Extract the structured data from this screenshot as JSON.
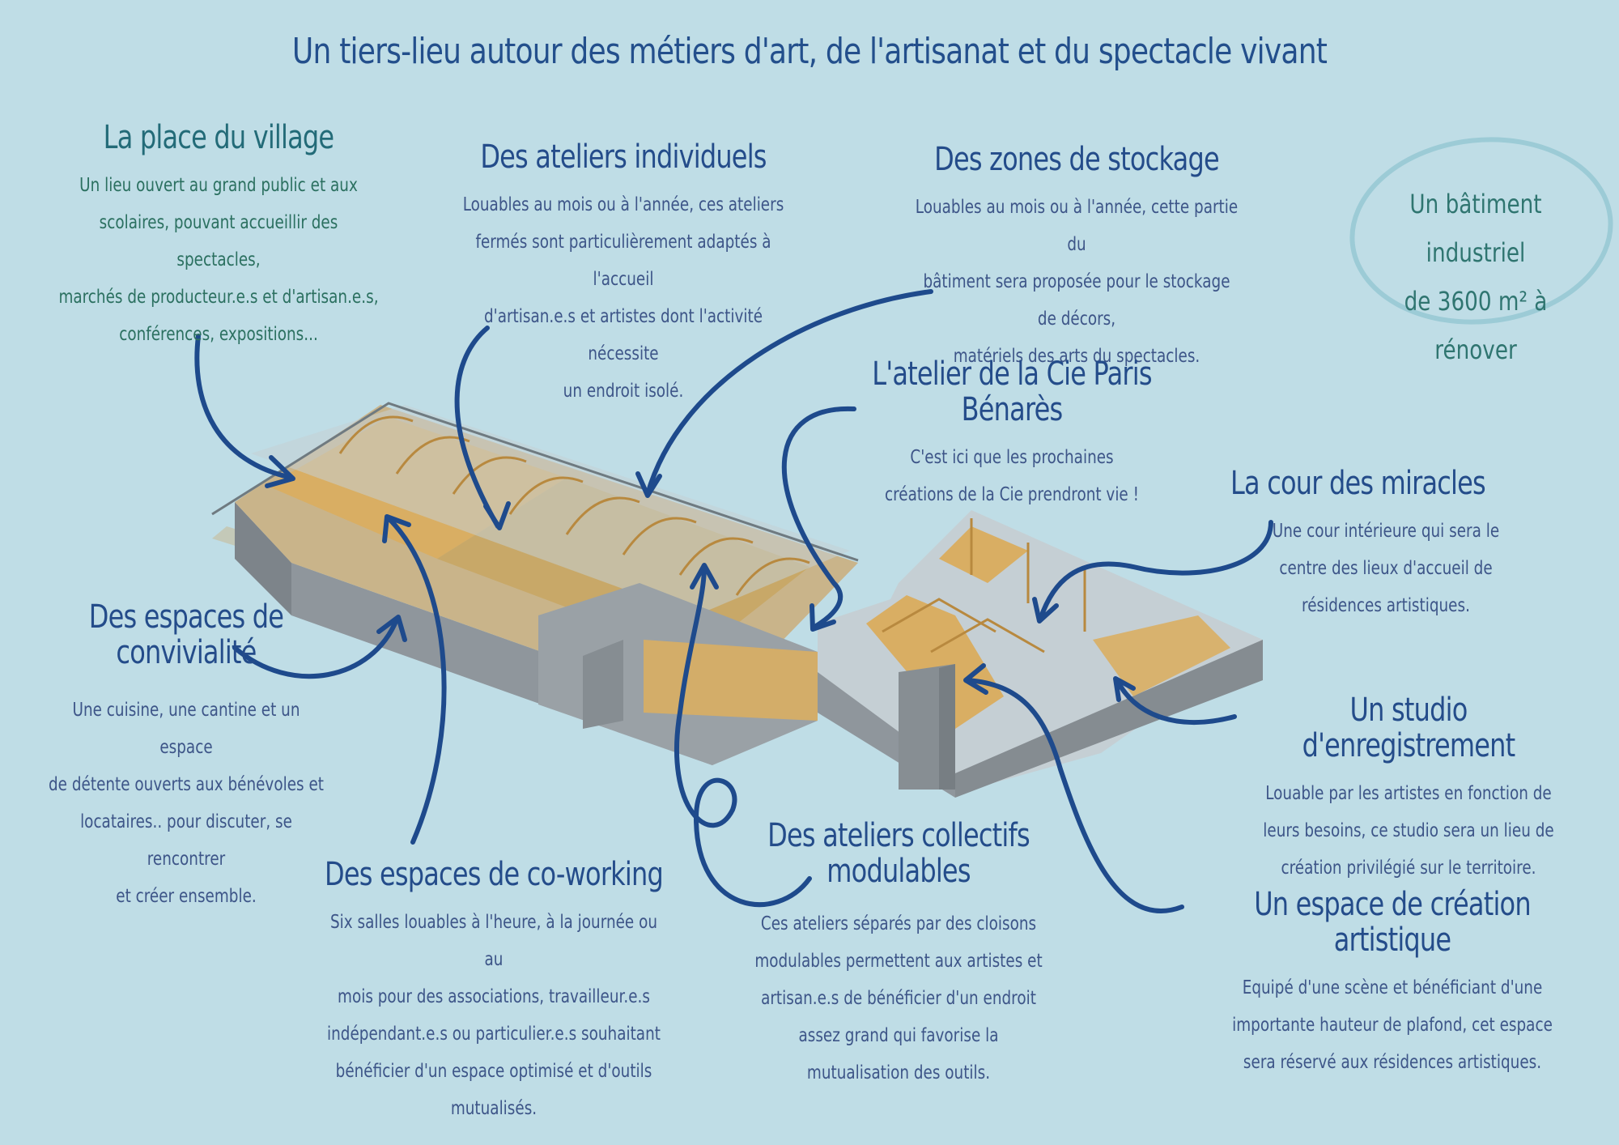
{
  "title": "Un tiers-lieu autour des métiers d'art, de l'artisanat et du spectacle vivant",
  "badge": {
    "line1": "Un bâtiment industriel",
    "line2": "de 3600 m² à rénover"
  },
  "sections": {
    "place": {
      "heading": "La place du village",
      "lines": [
        "Un lieu ouvert au grand public et aux",
        "scolaires, pouvant accueillir des spectacles,",
        "marchés de producteur.e.s et d'artisan.e.s,",
        "conférences, expositions..."
      ]
    },
    "ateliers_indiv": {
      "heading": "Des ateliers individuels",
      "lines": [
        "Louables au mois ou à l'année, ces ateliers",
        "fermés sont particulièrement adaptés à l'accueil",
        "d'artisan.e.s et artistes dont l'activité nécessite",
        "un endroit isolé."
      ]
    },
    "stockage": {
      "heading": "Des zones de stockage",
      "lines": [
        "Louables au mois ou à l'année, cette partie du",
        "bâtiment sera proposée pour le stockage de décors,",
        "matériels des arts du spectacles."
      ]
    },
    "atelier_cie": {
      "heading": "L'atelier de la Cie Paris Bénarès",
      "lines": [
        "C'est ici que les prochaines",
        "créations de la Cie prendront vie !"
      ]
    },
    "cour": {
      "heading": "La cour des miracles",
      "lines": [
        "Une cour intérieure qui sera le",
        "centre des lieux d'accueil de",
        "résidences artistiques."
      ]
    },
    "convivialite": {
      "heading1": "Des espaces de",
      "heading2": "convivialité",
      "lines": [
        "Une cuisine, une cantine et un espace",
        "de détente ouverts aux bénévoles et",
        "locataires.. pour discuter, se rencontrer",
        "et créer ensemble."
      ]
    },
    "studio": {
      "heading": "Un studio d'enregistrement",
      "lines": [
        "Louable par les artistes en fonction de",
        "leurs besoins, ce studio sera un lieu de",
        "création privilégié sur le territoire."
      ]
    },
    "coworking": {
      "heading": "Des espaces de co-working",
      "lines": [
        "Six salles louables à l'heure, à la journée ou au",
        "mois pour des associations, travailleur.e.s",
        "indépendant.e.s ou particulier.e.s souhaitant",
        "bénéficier d'un espace optimisé et d'outils",
        "mutualisés."
      ]
    },
    "collectifs": {
      "heading1": "Des ateliers collectifs",
      "heading2": "modulables",
      "lines": [
        "Ces ateliers séparés par des cloisons",
        "modulables permettent aux artistes et",
        "artisan.e.s de bénéficier d'un endroit",
        "assez grand qui favorise la",
        "mutualisation des outils."
      ]
    },
    "creation": {
      "heading": "Un espace de création artistique",
      "lines": [
        "Equipé d'une scène et bénéficiant d'une",
        "importante hauteur de plafond, cet espace",
        "sera réservé aux résidences artistiques."
      ]
    }
  },
  "colors": {
    "background": "#bfdde6",
    "arrow": "#1e4a8c",
    "wood": "#d9ae63",
    "wall": "#8f969c",
    "roof": "#c5cfd4",
    "badge_ring": "#9ccbd6"
  }
}
